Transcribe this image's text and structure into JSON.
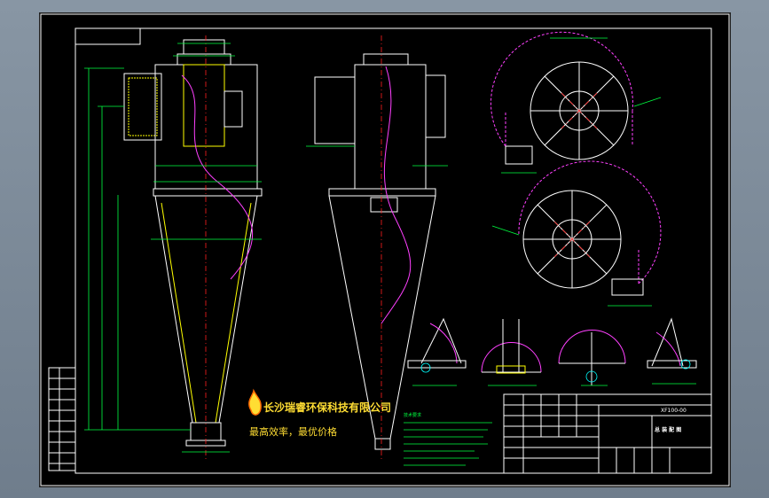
{
  "company": {
    "name": "长沙瑞睿环保科技有限公司",
    "slogan": "最高效率，最优价格"
  },
  "title_block": {
    "drawing_no": "XF100-00",
    "drawing_title": "总 装 配 图"
  },
  "notes": {
    "title": "技术要求"
  },
  "colors": {
    "sheet_bg": "#000000",
    "frame": "#ffffff",
    "dimension": "#00ff40",
    "centerline": "#ff2020",
    "curve": "#ff40ff",
    "outline": "#ffff00",
    "logo": "#ffdd33"
  }
}
